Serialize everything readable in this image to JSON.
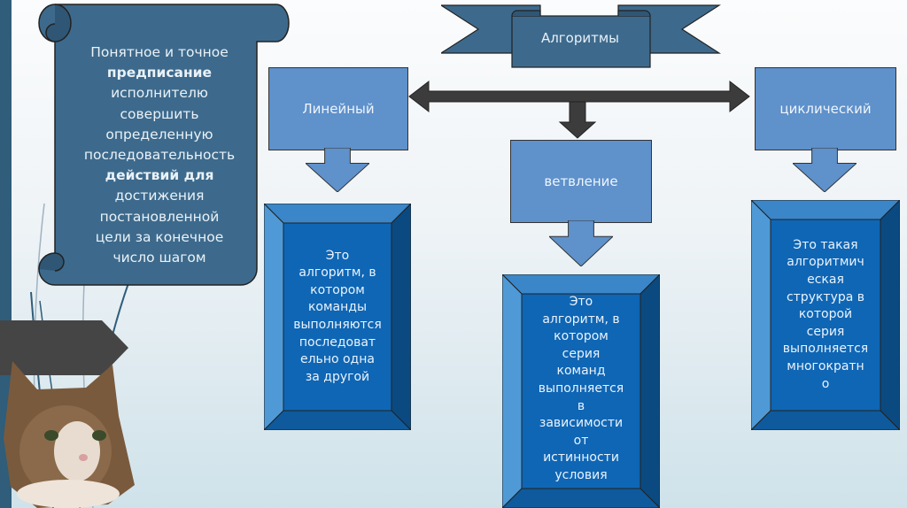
{
  "title": "Алгоритмы",
  "definition": {
    "lines": [
      {
        "text": "Понятное и точное",
        "bold": false
      },
      {
        "text": "предписание",
        "bold": true
      },
      {
        "text": "исполнителю",
        "bold": false
      },
      {
        "text": "совершить",
        "bold": false
      },
      {
        "text": "определенную",
        "bold": false
      },
      {
        "text": "последовательность",
        "bold": false
      },
      {
        "text": "действий для",
        "bold": true
      },
      {
        "text": "достижения",
        "bold": false
      },
      {
        "text": "постановленной",
        "bold": false
      },
      {
        "text": "цели за конечное",
        "bold": false
      },
      {
        "text": "число шагом",
        "bold": false
      }
    ]
  },
  "types": [
    {
      "name": "Линейный",
      "description_lines": [
        "Это",
        "алгоритм, в",
        "котором",
        "команды",
        "выполняются",
        "последоват",
        "ельно одна",
        "за другой"
      ]
    },
    {
      "name": "ветвление",
      "description_lines": [
        "Это",
        "алгоритм, в",
        "котором",
        "серия",
        "команд",
        "выполняется",
        "в",
        "зависимости",
        "от",
        "истинности",
        "условия"
      ]
    },
    {
      "name": "циклический",
      "description_lines": [
        "Это такая",
        "алгоритмич",
        "еская",
        "структура в",
        "которой",
        "серия",
        "выполняется",
        "многократн",
        "о"
      ]
    }
  ],
  "colors": {
    "dark_blue": "#3d6a8c",
    "box_blue": "#5f91cb",
    "bevel_center": "#0f66b5",
    "arrow_dark": "#3c3c3c"
  }
}
